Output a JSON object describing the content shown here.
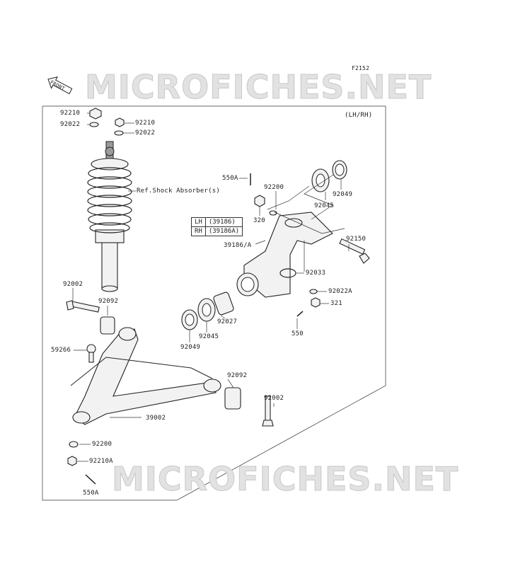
{
  "diagram": {
    "code": "F2152",
    "front_label": "FRONT",
    "side_note": "(LH/RH)",
    "watermark": "MICROFICHES.NET",
    "variant_table": [
      {
        "side": "LH",
        "part": "(39186)"
      },
      {
        "side": "RH",
        "part": "(39186A)"
      }
    ],
    "labels": {
      "l92210_top": "92210",
      "l92022_top": "92022",
      "l92210_b": "92210",
      "l92022_b": "92022",
      "ref_shock": "Ref.Shock Absorber(s)",
      "l550A_top": "550A",
      "l92200_top": "92200",
      "l320": "320",
      "l92049_top": "92049",
      "l92045_top": "92045",
      "l39186": "39186/A",
      "l92150": "92150",
      "l92033": "92033",
      "l92022A": "92022A",
      "l321": "321",
      "l550": "550",
      "l92002_left": "92002",
      "l92092_left": "92092",
      "l92027": "92027",
      "l92049_bot": "92049",
      "l92045_bot": "92045",
      "l59266": "59266",
      "l92092_right": "92092",
      "l92002_right": "92002",
      "l39002": "39002",
      "l92200_bot": "92200",
      "l92210A": "92210A",
      "l550A_bot": "550A"
    }
  }
}
